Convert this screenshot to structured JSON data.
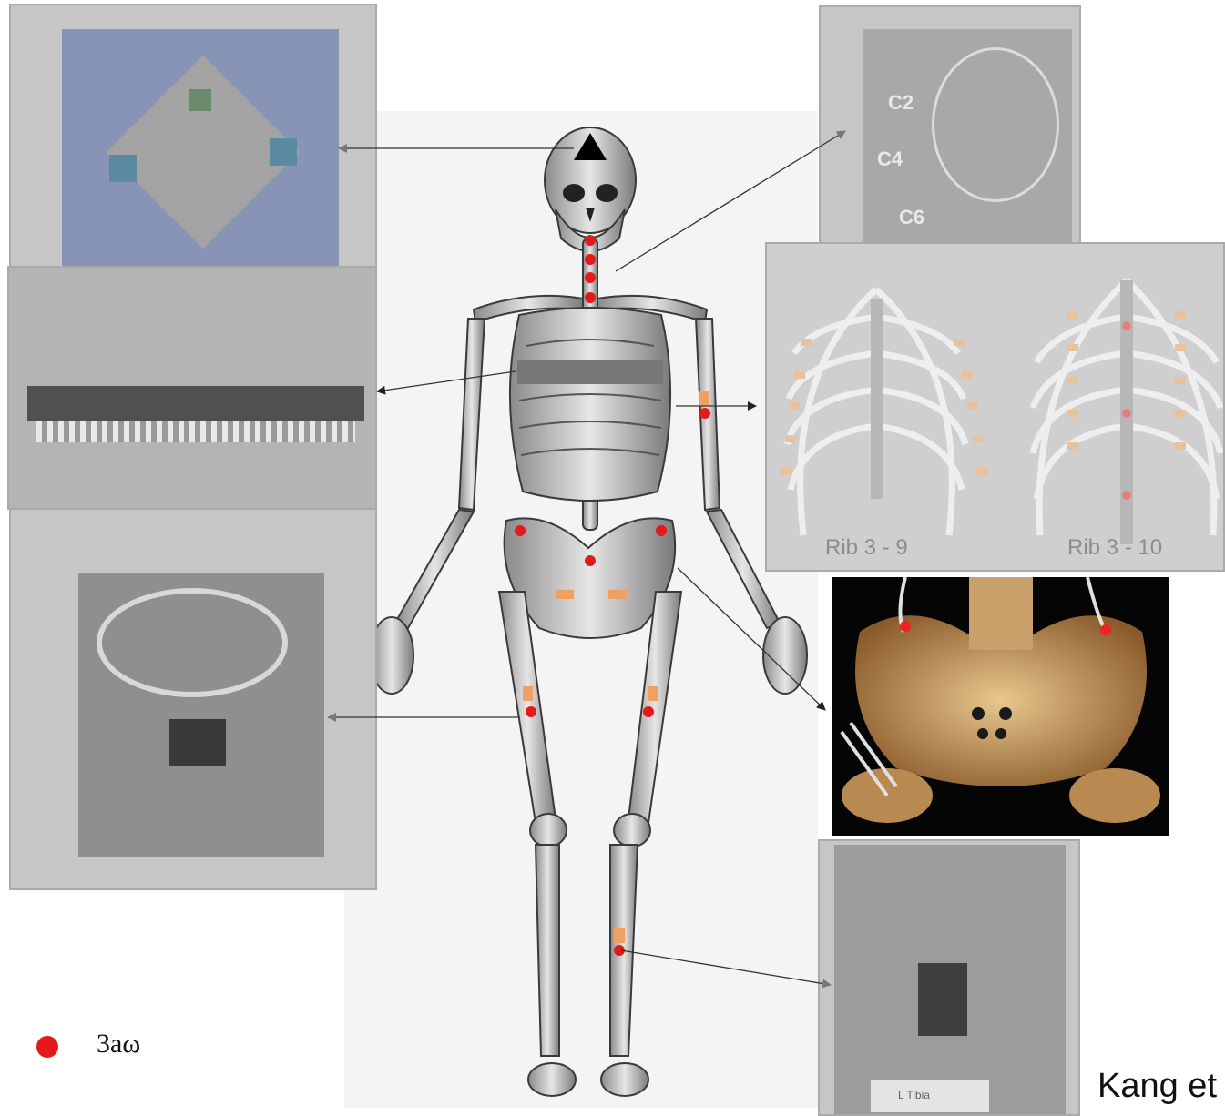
{
  "colors": {
    "sensor_dot": "#e41a1a",
    "plate_marker": "#f0a060",
    "triangle_marker": "#000000",
    "strap_bar": "#777777",
    "panel_bg": "#c6c6c6"
  },
  "icons": {
    "head_sensor": "black-triangle-icon",
    "bone_sensor": "red-dot-icon",
    "plate": "orange-rectangle-icon"
  },
  "vertebra_labels": [
    "C2",
    "C4",
    "C6"
  ],
  "rib_labels": {
    "front": "Rib 3 - 9",
    "back": "Rib 3 - 10"
  },
  "tibia_tag": "L Tibia",
  "legend": {
    "symbol": "red-dot-icon",
    "label": "3aω"
  },
  "credit": "Kang et al."
}
